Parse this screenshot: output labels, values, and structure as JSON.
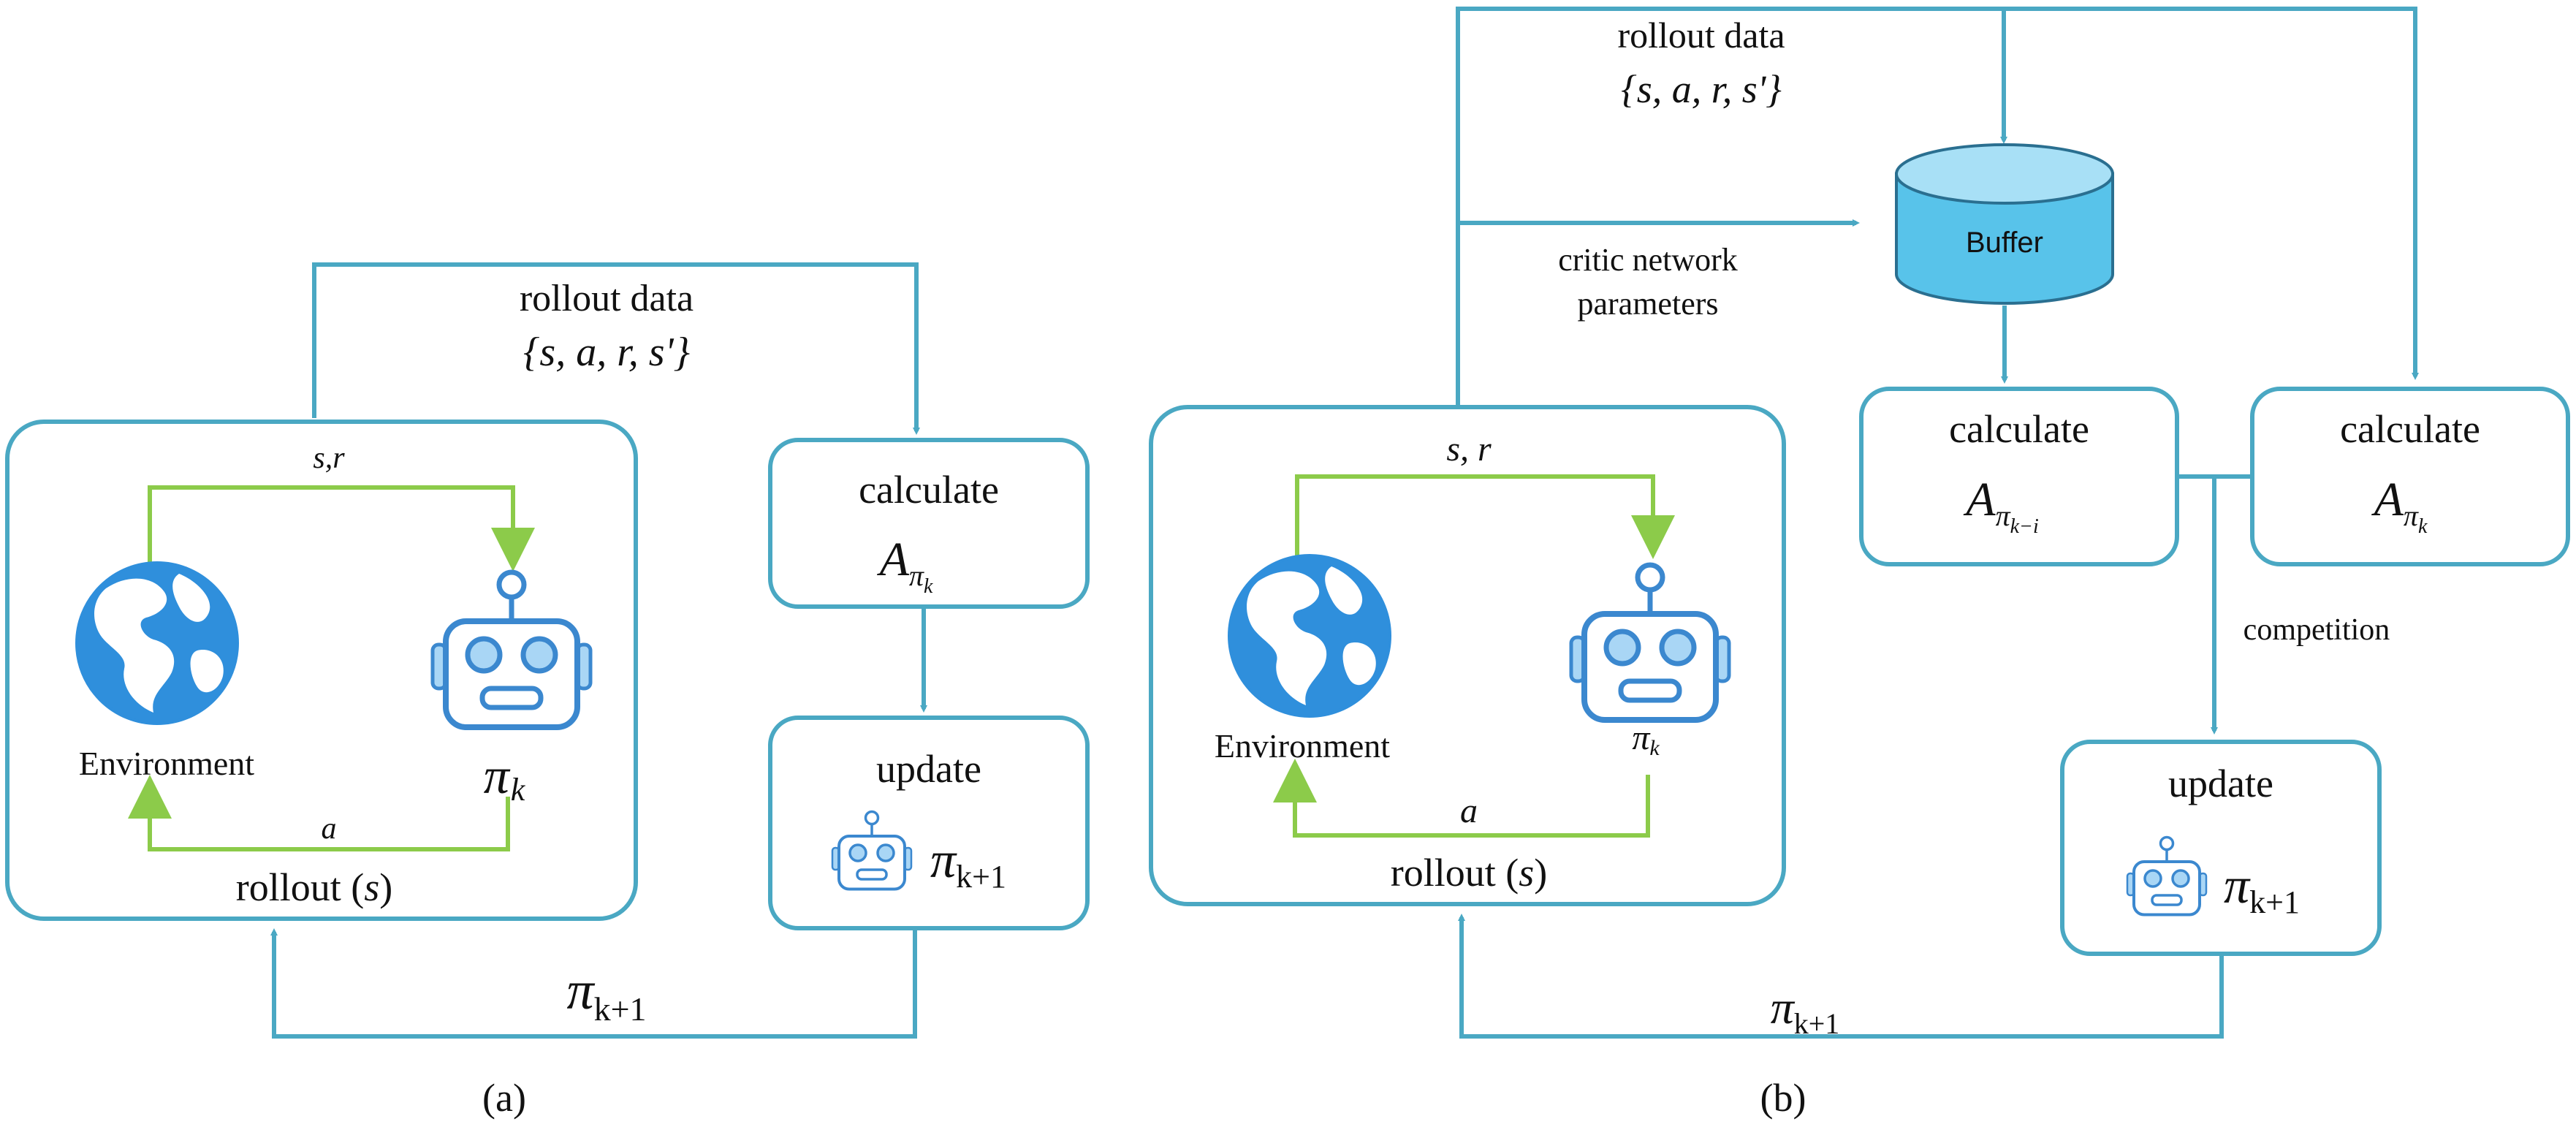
{
  "colors": {
    "flow": "#4aa8c3",
    "loop": "#8ccb4a",
    "globe_ocean": "#2f8fdc",
    "globe_land": "#ffffff",
    "robot_body": "#ffffff",
    "robot_stroke": "#3b88cf",
    "robot_eye": "#a9d6f5",
    "buffer_fill": "#58c3ea",
    "buffer_top": "#a8e0f6",
    "text": "#111111"
  },
  "icons": {
    "globe": "globe-icon",
    "robot": "robot-icon",
    "buffer": "database-cylinder-icon"
  },
  "panel_a": {
    "caption": "(a)",
    "rollout_data_label": "rollout data",
    "rollout_data_set": "{s, a, r, s'}",
    "rollout_box": {
      "state_reward_label": "s,r",
      "action_label": "a",
      "environment_label": "Environment",
      "policy_label": "π",
      "policy_sub": "k",
      "title": "rollout (",
      "title_var": "s",
      "title_end": ")"
    },
    "calculate_box": {
      "title": "calculate",
      "symbol": "A",
      "sub": "π",
      "subsub": "k"
    },
    "update_box": {
      "title": "update",
      "symbol": "π",
      "sub": "k+1"
    },
    "feedback_symbol": "π",
    "feedback_sub": "k+1"
  },
  "panel_b": {
    "caption": "(b)",
    "rollout_data_label": "rollout data",
    "rollout_data_set": "{s, a, r, s'}",
    "critic_label_line1": "critic network",
    "critic_label_line2": "parameters",
    "buffer_label": "Buffer",
    "rollout_box": {
      "state_reward_label": "s, r",
      "action_label": "a",
      "environment_label": "Environment",
      "policy_label": "π",
      "policy_sub": "k",
      "title": "rollout (",
      "title_var": "s",
      "title_end": ")"
    },
    "calculate_old_box": {
      "title": "calculate",
      "symbol": "A",
      "sub": "π",
      "subsub": "k−i"
    },
    "calculate_new_box": {
      "title": "calculate",
      "symbol": "A",
      "sub": "π",
      "subsub": "k"
    },
    "competition_label": "competition",
    "update_box": {
      "title": "update",
      "symbol": "π",
      "sub": "k+1"
    },
    "feedback_symbol": "π",
    "feedback_sub": "k+1"
  }
}
